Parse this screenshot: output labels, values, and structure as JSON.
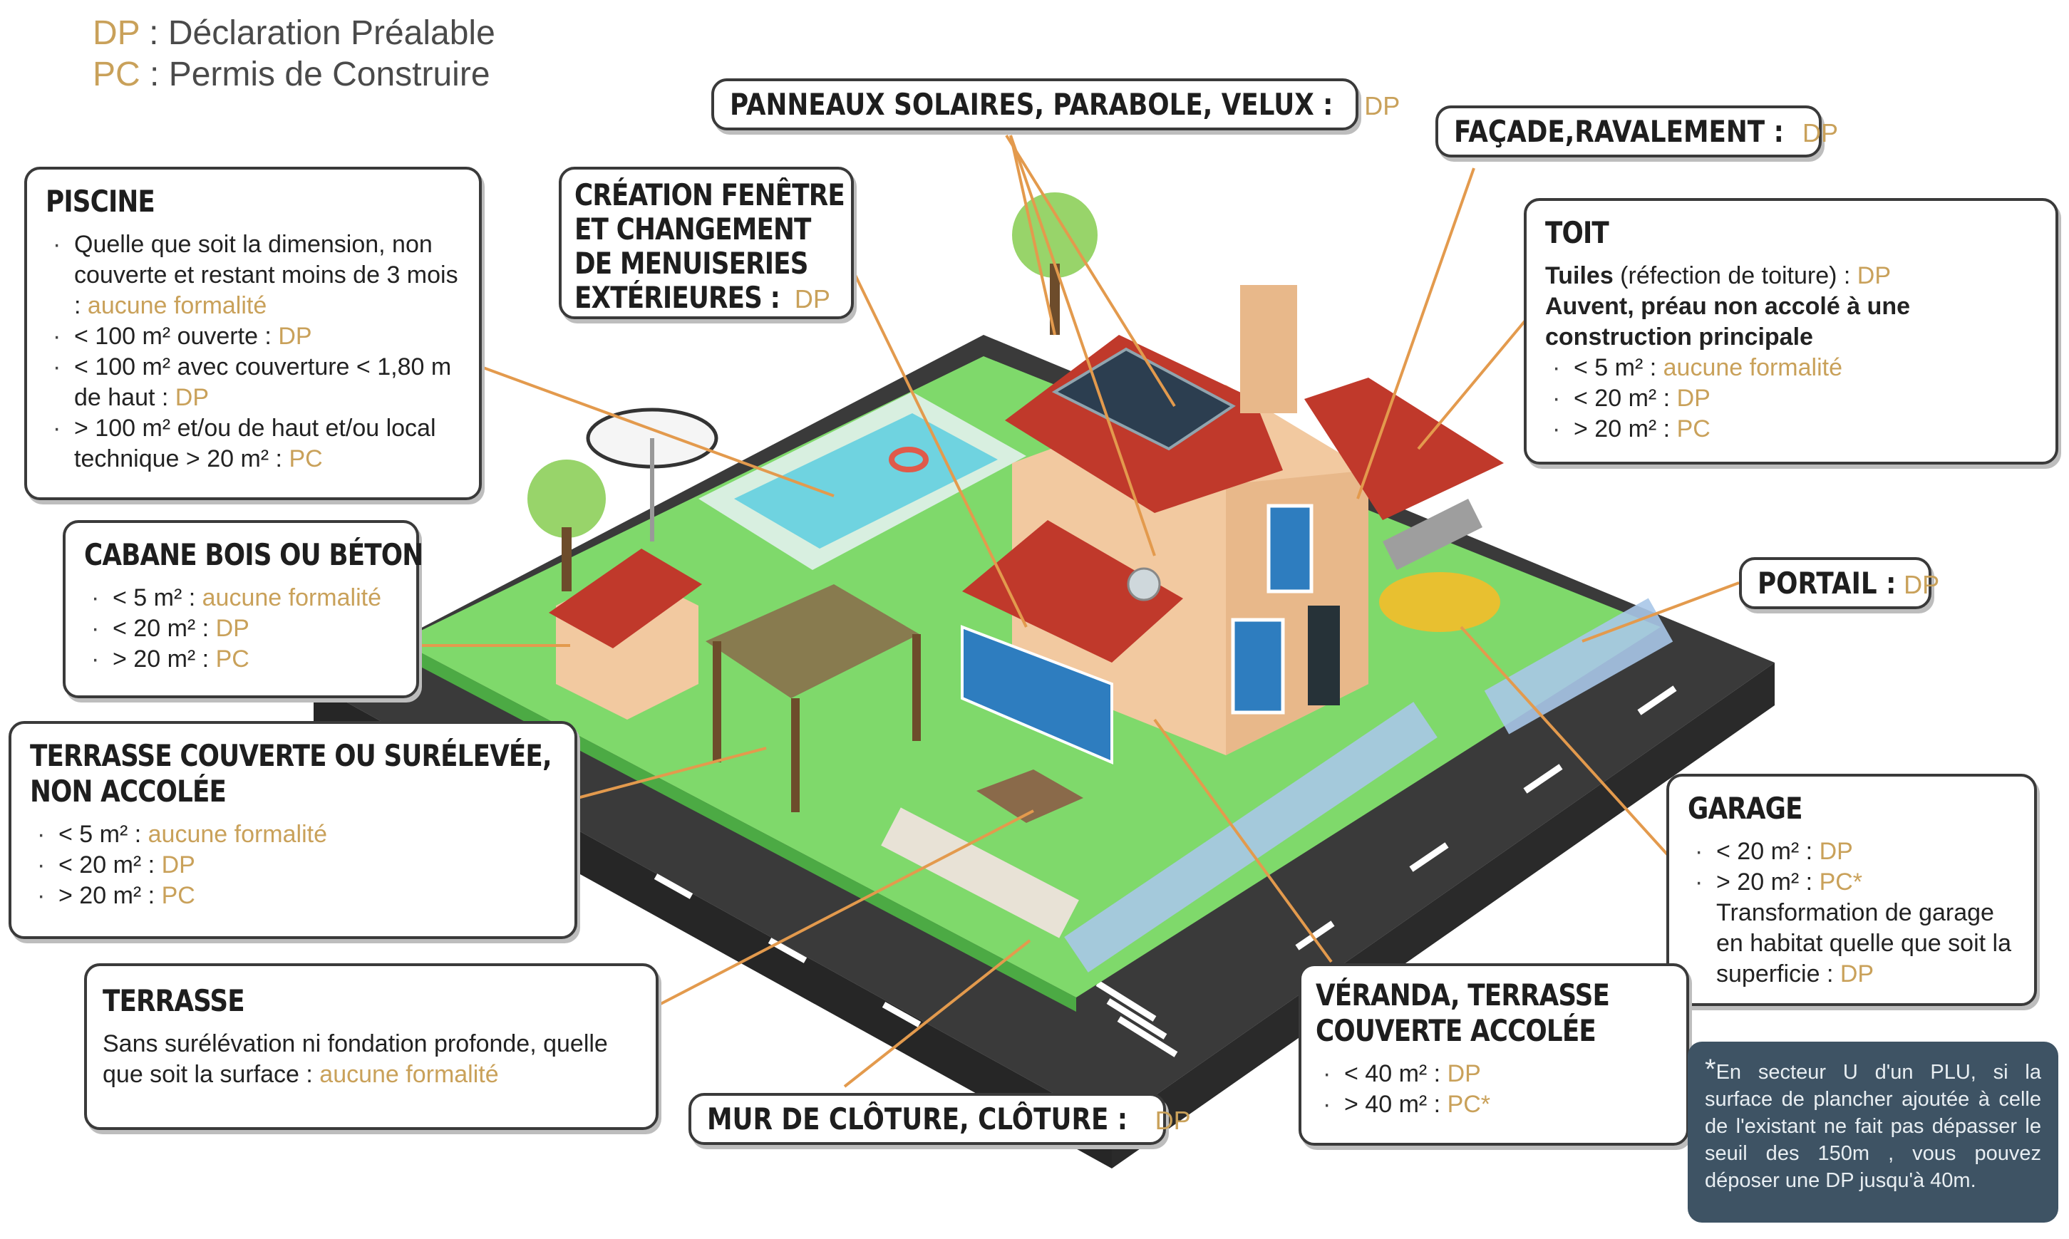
{
  "legend": [
    {
      "abbr": "DP",
      "sep": " : ",
      "text": "Déclaration Préalable"
    },
    {
      "abbr": "PC",
      "sep": " : ",
      "text": "Permis de Construire"
    }
  ],
  "colors": {
    "gold": "#c9a15a",
    "grass": "#7fd96b",
    "road": "#3a3a3a",
    "roof": "#c0392b",
    "wall": "#f2c9a0",
    "pool": "#6fd3e0",
    "note_bg": "#3e5364"
  },
  "labels": {
    "panneaux": {
      "title": "PANNEAUX SOLAIRES, PARABOLE, VELUX :",
      "value": "DP"
    },
    "facade": {
      "title": "FAÇADE,RAVALEMENT :",
      "value": "DP"
    },
    "portail": {
      "title": "PORTAIL :",
      "value": "DP"
    },
    "mur": {
      "title": "MUR DE CLÔTURE, CLÔTURE :",
      "value": "DP"
    }
  },
  "piscine": {
    "title": "PISCINE",
    "items": [
      {
        "text": "Quelle que soit la dimension, non couverte et restant moins de 3 mois : ",
        "value": "aucune formalité"
      },
      {
        "text": "< 100 m² ouverte : ",
        "value": "DP"
      },
      {
        "text": "< 100 m² avec couverture < 1,80 m de haut : ",
        "value": "DP"
      },
      {
        "text": "> 100 m² et/ou de haut et/ou local technique > 20 m² : ",
        "value": "PC"
      }
    ]
  },
  "fenetre": {
    "title_lines": [
      "CRÉATION FENÊTRE",
      "ET CHANGEMENT",
      "DE MENUISERIES"
    ],
    "last": "EXTÉRIEURES :",
    "value": "DP"
  },
  "toit": {
    "title": "TOIT",
    "tuiles": "Tuiles",
    "tuiles_rest": " (réfection de toiture) : ",
    "tuiles_value": "DP",
    "auvent": "Auvent, préau non accolé à une construction principale",
    "items": [
      {
        "text": "< 5 m² : ",
        "value": "aucune formalité"
      },
      {
        "text": "< 20 m² : ",
        "value": "DP"
      },
      {
        "text": "> 20 m² : ",
        "value": "PC"
      }
    ]
  },
  "cabane": {
    "title": "CABANE BOIS OU BÉTON",
    "items": [
      {
        "text": "< 5 m² : ",
        "value": "aucune formalité"
      },
      {
        "text": "< 20 m² : ",
        "value": "DP"
      },
      {
        "text": "> 20 m² : ",
        "value": "PC"
      }
    ]
  },
  "terrasse_couverte": {
    "title_lines": [
      "TERRASSE COUVERTE OU SURÉLEVÉE,",
      "NON ACCOLÉE"
    ],
    "items": [
      {
        "text": "< 5 m² : ",
        "value": "aucune formalité"
      },
      {
        "text": "< 20 m² : ",
        "value": "DP"
      },
      {
        "text": "> 20 m² : ",
        "value": "PC"
      }
    ]
  },
  "terrasse": {
    "title": "TERRASSE",
    "text": "Sans surélévation ni fondation profonde, quelle que soit la surface : ",
    "value": "aucune formalité"
  },
  "veranda": {
    "title_lines": [
      "VÉRANDA, TERRASSE",
      "COUVERTE ACCOLÉE"
    ],
    "items": [
      {
        "text": "< 40 m² : ",
        "value": "DP"
      },
      {
        "text": "> 40 m² : ",
        "value": "PC*"
      }
    ]
  },
  "garage": {
    "title": "GARAGE",
    "items": [
      {
        "text": "< 20 m² : ",
        "value": "DP"
      },
      {
        "text": "> 20 m² : ",
        "value": "PC*"
      }
    ],
    "transfo": "Transformation de garage en habitat quelle que soit la superficie : ",
    "transfo_value": "DP"
  },
  "note": {
    "star": "*",
    "text": "En secteur U d'un PLU, si la surface de plancher ajoutée à celle de l'existant ne fait pas dépasser le seuil des 150m , vous pouvez déposer une DP jusqu'à 40m."
  }
}
